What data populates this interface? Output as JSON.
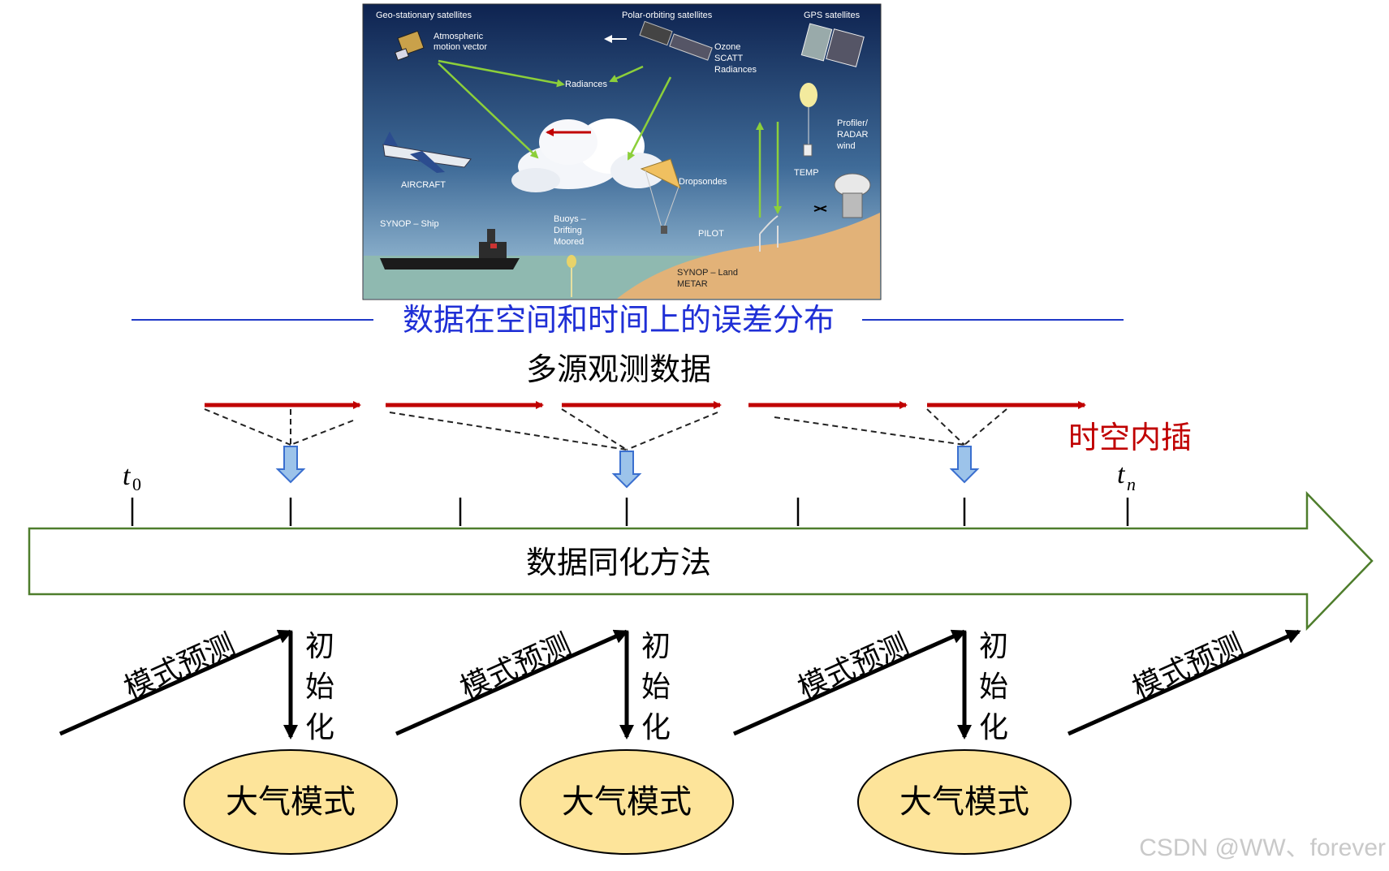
{
  "observations": {
    "labels": {
      "geo_sat": "Geo-stationary satellites",
      "polar_sat": "Polar-orbiting satellites",
      "gps_sat": "GPS satellites",
      "amv_line1": "Atmospheric",
      "amv_line2": "motion vector",
      "ozone": "Ozone",
      "scatt": "SCATT",
      "radiances_right": "Radiances",
      "radiances_center": "Radiances",
      "profiler1": "Profiler/",
      "profiler2": "RADAR",
      "profiler3": "wind",
      "temp": "TEMP",
      "aircraft": "AIRCRAFT",
      "dropsondes": "Dropsondes",
      "synop_ship": "SYNOP – Ship",
      "buoys1": "Buoys –",
      "buoys2": "Drifting",
      "buoys3": "Moored",
      "pilot": "PILOT",
      "synop_land": "SYNOP – Land",
      "metar": "METAR"
    }
  },
  "error_title": "数据在空间和时间上的误差分布",
  "multi_source": "多源观测数据",
  "interp_label": "时空内插",
  "time_labels": {
    "t0_base": "t",
    "t0_sub": "0",
    "tn_base": "t",
    "tn_sub": "n"
  },
  "method_label": "数据同化方法",
  "cycles": [
    {
      "forecast": "模式预测",
      "init": [
        "初",
        "始",
        "化"
      ],
      "model": "大气模式"
    },
    {
      "forecast": "模式预测",
      "init": [
        "初",
        "始",
        "化"
      ],
      "model": "大气模式"
    },
    {
      "forecast": "模式预测",
      "init": [
        "初",
        "始",
        "化"
      ],
      "model": "大气模式"
    },
    {
      "forecast": "模式预测"
    }
  ],
  "watermark": "CSDN @WW、forever",
  "colors": {
    "panel_sky_top": "#0e2350",
    "panel_sky_bottom": "#8fb8d2",
    "sea": "#8fb9b0",
    "land": "#e2b278",
    "title_blue": "#1f2fd6",
    "divider_blue": "#1f39c8",
    "red_arrow": "#c00000",
    "interp_red": "#c00000",
    "down_arrow_fill": "#9cc3ea",
    "down_arrow_stroke": "#3a6fcf",
    "timeline_border": "#4e7d2c",
    "model_ellipse": "#fde49a"
  }
}
